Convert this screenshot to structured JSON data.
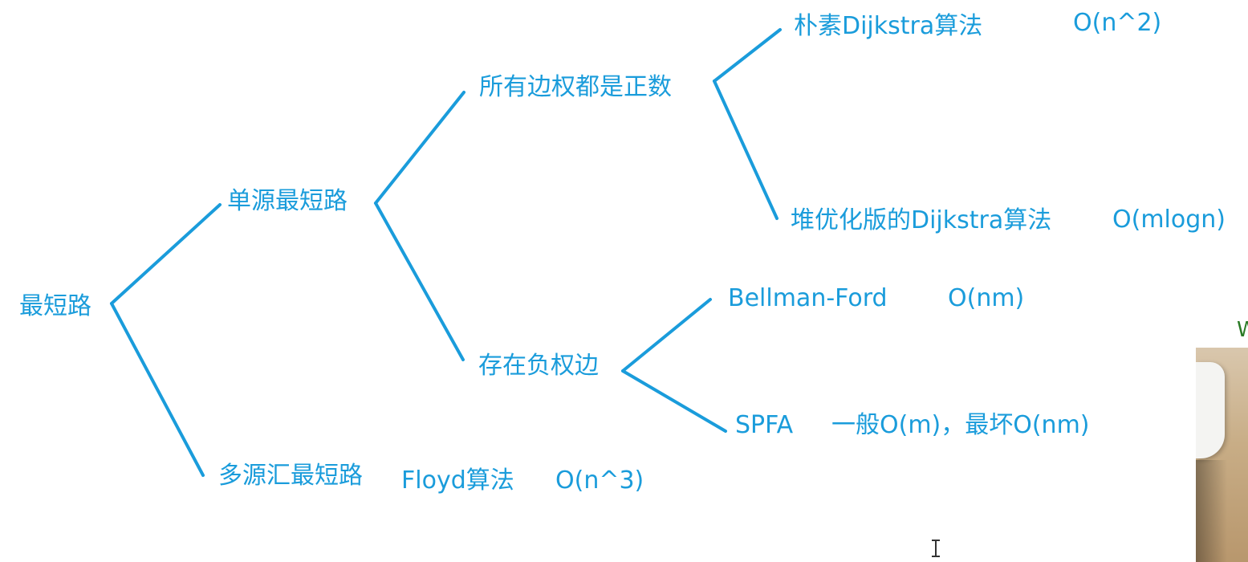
{
  "colors": {
    "accent": "#1a9cdb"
  },
  "nodes": {
    "root": "最短路",
    "single_source": "单源最短路",
    "all_positive": "所有边权都是正数",
    "naive_dijkstra": "朴素Dijkstra算法",
    "naive_dijkstra_complexity": "O(n^2)",
    "heap_dijkstra": "堆优化版的Dijkstra算法",
    "heap_dijkstra_complexity": "O(mlogn)",
    "negative_edges": "存在负权边",
    "bellman_ford": "Bellman-Ford",
    "bellman_ford_complexity": "O(nm)",
    "spfa": "SPFA",
    "spfa_complexity": "一般O(m)，最坏O(nm)",
    "multi_source": "多源汇最短路",
    "floyd": "Floyd算法",
    "floyd_complexity": "O(n^3)"
  },
  "edges": [
    {
      "from": "root",
      "to": "single_source"
    },
    {
      "from": "root",
      "to": "multi_source"
    },
    {
      "from": "single_source",
      "to": "all_positive"
    },
    {
      "from": "single_source",
      "to": "negative_edges"
    },
    {
      "from": "all_positive",
      "to": "naive_dijkstra"
    },
    {
      "from": "all_positive",
      "to": "heap_dijkstra"
    },
    {
      "from": "negative_edges",
      "to": "bellman_ford"
    },
    {
      "from": "negative_edges",
      "to": "spfa"
    }
  ],
  "webcam": {
    "edge_glyph": "W"
  }
}
